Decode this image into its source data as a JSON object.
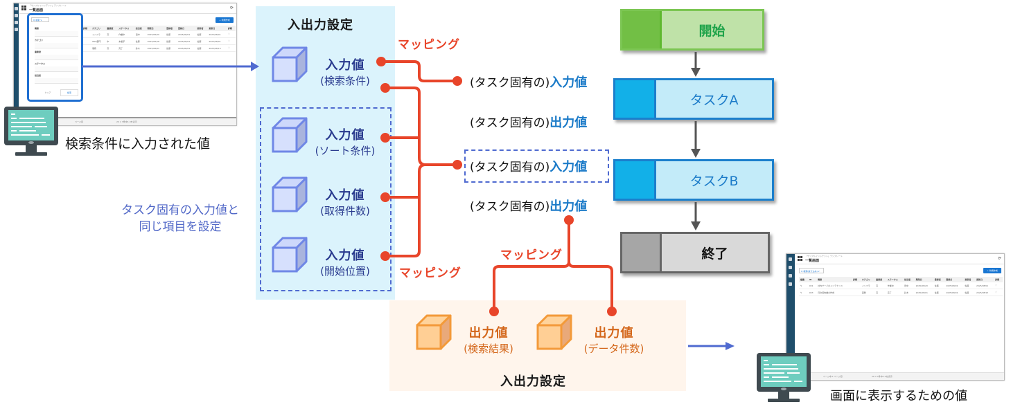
{
  "left_screen": {
    "header_sub": "「サンプルインシデント」テンプレート",
    "header_title": "一覧画面",
    "new_button": "+ 新規作成",
    "search_button": "Q 検索 ∨",
    "search_fields": [
      "概要",
      "カテゴリ",
      "重要度",
      "ステータス",
      "担当者"
    ],
    "clear_button": "クリア",
    "search_submit": "検索",
    "columns": [
      "詳細",
      "カテゴリ",
      "重要度",
      "ステータス",
      "担当者",
      "期限日",
      "登録者",
      "登録日",
      "更新者",
      "更新日",
      "詳細"
    ],
    "rows": [
      [
        "",
        "インフラ",
        "高",
        "作業中",
        "田中",
        "2025/08/20",
        "佐藤",
        "2025/08/01",
        "佐藤",
        "2025/08/01"
      ],
      [
        "",
        "Web部門",
        "中",
        "未着手",
        "佐藤",
        "2025/08/18",
        "佐藤",
        "2025/08/01",
        "佐藤",
        "2025/08/01"
      ],
      [
        "",
        "事務",
        "高",
        "完了",
        "鈴木",
        "2025/08/01",
        "佐藤",
        "2025/08/01",
        "佐藤",
        "2025/08/13"
      ]
    ],
    "footer_page": "ページ目",
    "footer_count": "20 ∨ 3件中1-3を表示",
    "caption": "検索条件に入力された値"
  },
  "input_settings": {
    "title": "入出力設定",
    "items": [
      {
        "main": "入力値",
        "sub": "(検索条件)"
      },
      {
        "main": "入力値",
        "sub": "(ソート条件)"
      },
      {
        "main": "入力値",
        "sub": "(取得件数)"
      },
      {
        "main": "入力値",
        "sub": "(開始位置)"
      }
    ],
    "note_line1": "タスク固有の入力値と",
    "note_line2": "同じ項目を設定"
  },
  "mapping_label": "マッピング",
  "task_io": [
    {
      "prefix": "(タスク固有の)",
      "kind": "入力値"
    },
    {
      "prefix": "(タスク固有の)",
      "kind": "出力値"
    },
    {
      "prefix": "(タスク固有の)",
      "kind": "入力値"
    },
    {
      "prefix": "(タスク固有の)",
      "kind": "出力値"
    }
  ],
  "flow": {
    "start": "開始",
    "task_a": "タスクA",
    "task_b": "タスクB",
    "end": "終了"
  },
  "output_settings": {
    "title": "入出力設定",
    "items": [
      {
        "main": "出力値",
        "sub": "(検索結果)"
      },
      {
        "main": "出力値",
        "sub": "(データ件数)"
      }
    ]
  },
  "right_screen": {
    "header_sub": "「サンプルインシデント」テンプレート",
    "header_title": "一覧画面",
    "new_button": "+ 新規作成",
    "search_button": "Q 検索(絞り込み) ∨",
    "columns": [
      "編集",
      "ID",
      "概要",
      "詳細",
      "カテゴリ",
      "重要度",
      "ステータス",
      "担当者",
      "期限日",
      "登録者",
      "登録日",
      "更新者",
      "更新日",
      "詳細"
    ],
    "rows": [
      [
        "✎",
        "001",
        "社内サーバのメンテナンス",
        "",
        "インフラ",
        "高",
        "作業中",
        "田中",
        "2025/08/20",
        "佐藤",
        "2025/08/01",
        "佐藤",
        "2025/08/01"
      ],
      [
        "✎",
        "003",
        "月次報告書の作成",
        "",
        "事務",
        "高",
        "完了",
        "鈴木",
        "2025/08/01",
        "佐藤",
        "2025/08/01",
        "佐藤",
        "2025/08/13"
      ]
    ],
    "footer_page": "ページ中 1   ページ目",
    "footer_count": "20 ∨ 2件中1-2を表示",
    "caption": "画面に表示するための値"
  },
  "colors": {
    "mapping": "#e8452a",
    "input_text": "#2a3b8f",
    "output_text": "#d4671b",
    "task_blue": "#1a7ac8",
    "arrow_blue": "#4f6ad0",
    "start_green": "#1fa34a"
  }
}
